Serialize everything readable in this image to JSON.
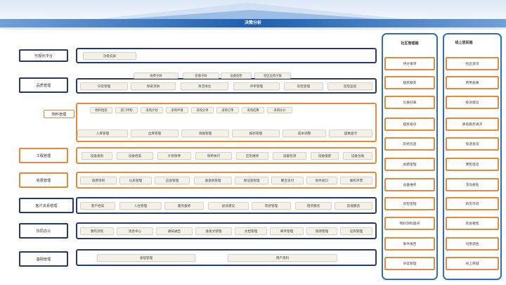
{
  "header": {
    "title": "决策分析"
  },
  "rows": [
    {
      "id": "viz",
      "label": "可视化平台",
      "items": [
        "功能说屏"
      ]
    },
    {
      "id": "quality",
      "label": "品质管理",
      "top_items": [
        "收费子屏",
        "客服子屏",
        "设备巡检",
        "社区运营子屏"
      ],
      "items": [
        "日常管理",
        "保安消防",
        "清洁绿化",
        "评审管理",
        "巡检管理",
        "巡检监控"
      ]
    },
    {
      "id": "material",
      "label": "物料管理",
      "items": [
        "物料档案",
        "部门申购",
        "采购计划",
        "采购申请",
        "采购分单",
        "采购订单",
        "采购结算",
        "采购比价"
      ],
      "items2": [
        "入库管理",
        "出库管理",
        "调拨管理",
        "报损管理",
        "成本调整",
        "盘数盘亏"
      ]
    },
    {
      "id": "engineering",
      "label": "工程管理",
      "items": [
        "设备类别",
        "设备档案",
        "计划保养",
        "保养执行",
        "应急维修",
        "设备检测",
        "设备报废",
        "设备台账"
      ]
    },
    {
      "id": "charging",
      "label": "收费管理",
      "items": [
        "收费项目",
        "仪表管理",
        "应收管理",
        "收退款管理",
        "保证金管理",
        "聚合支付",
        "财务接口",
        "联机开票"
      ]
    },
    {
      "id": "crm",
      "label": "客户关系管理",
      "items": [
        "客户档案",
        "入住管理",
        "服务报修",
        "投诉建议",
        "装修管理",
        "租赁服务",
        "前端服务"
      ]
    },
    {
      "id": "office",
      "label": "协同办公",
      "items": [
        "我的流程",
        "消息中心",
        "通知通告",
        "收发文管理",
        "文档管理",
        "邮件管理",
        "资源管理",
        "证照管理"
      ]
    },
    {
      "id": "base",
      "label": "基础管理",
      "items": [
        "基础管理",
        "用户资料"
      ]
    }
  ],
  "columns": [
    {
      "id": "community",
      "title": "社区管理端",
      "items": [
        "待办事项",
        "居民服务",
        "仪表抄表",
        "居民投诉",
        "装修巡查",
        "收费管理",
        "设备维修",
        "巡检管理",
        "物料领料盘点",
        "事件报告",
        "日常管理"
      ]
    },
    {
      "id": "online",
      "title": "线上居民端",
      "items": [
        "社区资讯",
        "费用查缴",
        "投诉建议",
        "事务服务请求",
        "快递查询",
        "便民电话",
        "活动报名",
        "新房市场",
        "房屋租售",
        "问卷调查",
        "线上商城"
      ]
    }
  ],
  "colors": {
    "navy": "#233a73",
    "orange": "#e58a3c",
    "blue": "#2f6fb5",
    "banner": "#1f5fae"
  }
}
